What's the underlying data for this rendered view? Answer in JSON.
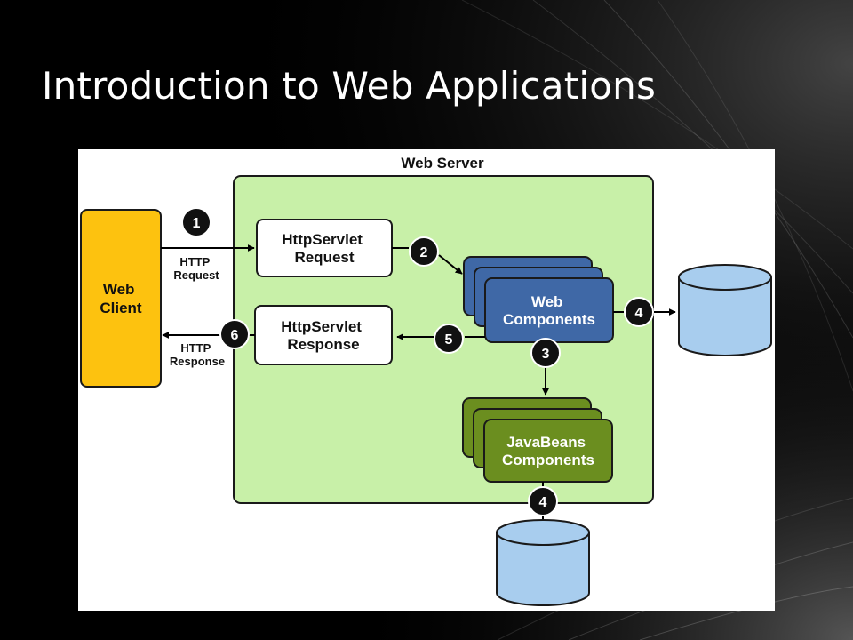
{
  "slide": {
    "title": "Introduction to Web Applications"
  },
  "diagram": {
    "web_server_label": "Web Server",
    "web_client": [
      "Web",
      "Client"
    ],
    "http_request": [
      "HTTP",
      "Request"
    ],
    "http_response": [
      "HTTP",
      "Response"
    ],
    "servlet_request": [
      "HttpServlet",
      "Request"
    ],
    "servlet_response": [
      "HttpServlet",
      "Response"
    ],
    "web_components": [
      "Web",
      "Components"
    ],
    "javabeans_components": [
      "JavaBeans",
      "Components"
    ],
    "steps": {
      "s1": "1",
      "s2": "2",
      "s3": "3",
      "s4_right": "4",
      "s4_bottom": "4",
      "s5": "5",
      "s6": "6"
    },
    "colors": {
      "server_fill": "#c8f0a8",
      "client_fill": "#fdc20f",
      "web_components_fill": "#3f68a6",
      "javabeans_fill": "#6b8e1f",
      "database_fill": "#a8cdee"
    }
  }
}
